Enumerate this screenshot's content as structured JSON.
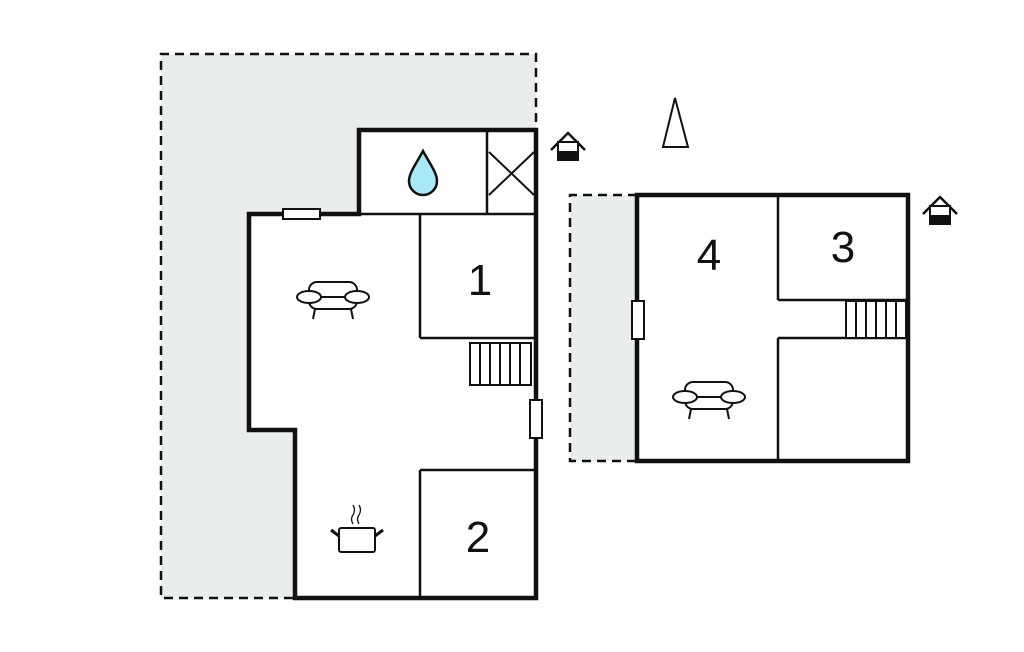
{
  "rooms": [
    {
      "label": "1"
    },
    {
      "label": "2"
    },
    {
      "label": "3"
    },
    {
      "label": "4"
    }
  ],
  "icons": [
    "water-drop-icon",
    "ventilation-cross-icon",
    "sofa-icon",
    "stairs-icon",
    "cooking-pot-icon",
    "house-entrance-icon",
    "north-arrow-icon",
    "window-icon"
  ],
  "colors": {
    "terrace": "#eaeded",
    "wall": "#111111",
    "water": "#a9e9f5"
  }
}
